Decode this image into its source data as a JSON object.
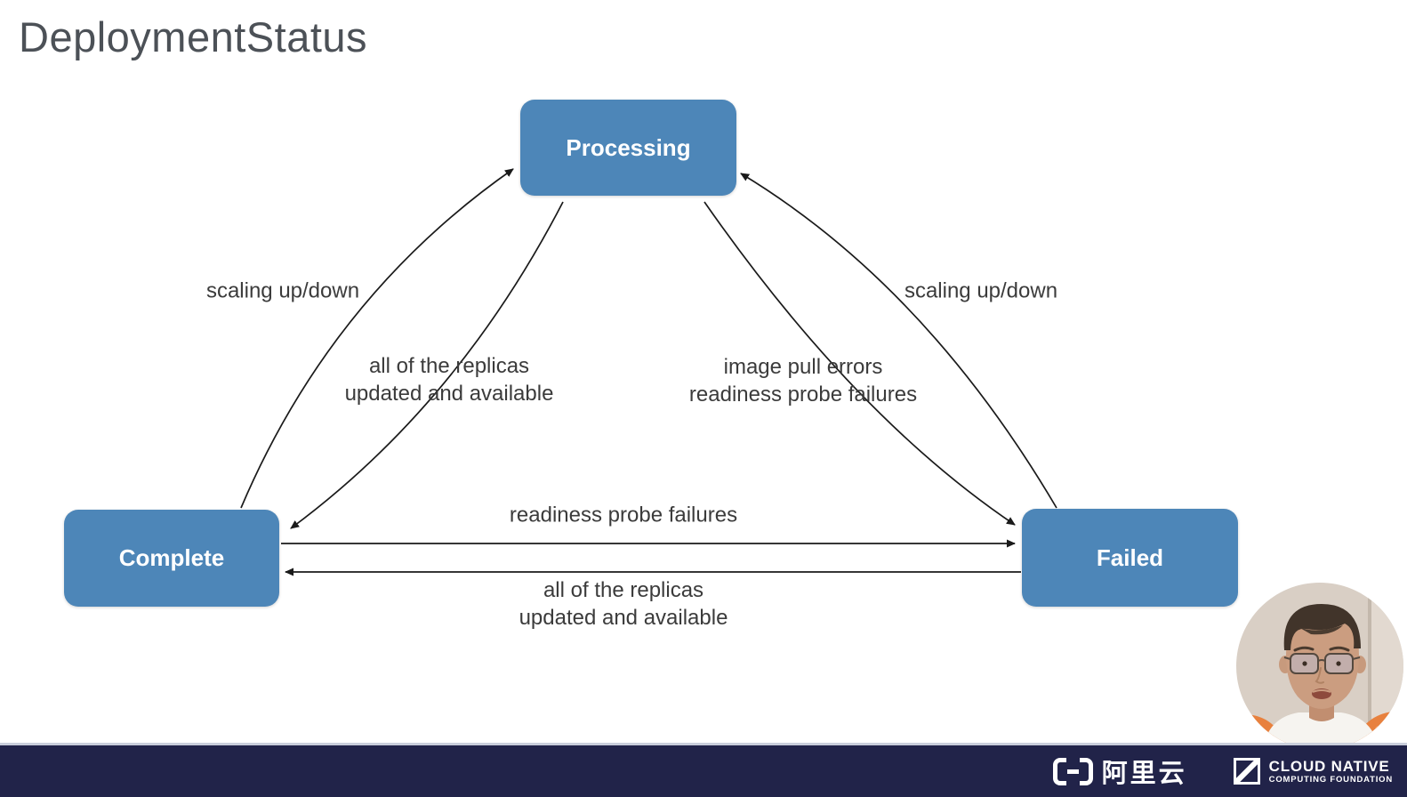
{
  "title": "DeploymentStatus",
  "diagram": {
    "nodes": [
      {
        "id": "processing",
        "label": "Processing"
      },
      {
        "id": "complete",
        "label": "Complete"
      },
      {
        "id": "failed",
        "label": "Failed"
      }
    ],
    "edges": [
      {
        "from": "Complete",
        "to": "Processing",
        "label_lines": [
          "scaling up/down"
        ]
      },
      {
        "from": "Processing",
        "to": "Complete",
        "label_lines": [
          "all of the replicas",
          "updated and available"
        ]
      },
      {
        "from": "Processing",
        "to": "Failed",
        "label_lines": [
          "image pull errors",
          "readiness probe failures"
        ]
      },
      {
        "from": "Failed",
        "to": "Processing",
        "label_lines": [
          "scaling up/down"
        ]
      },
      {
        "from": "Complete",
        "to": "Failed",
        "label_lines": [
          "readiness probe failures"
        ]
      },
      {
        "from": "Failed",
        "to": "Complete",
        "label_lines": [
          "all of the replicas",
          "updated and available"
        ]
      }
    ]
  },
  "footer": {
    "alibaba_cloud_label": "阿里云",
    "cncf_name": "CLOUD NATIVE",
    "cncf_subtitle": "COMPUTING FOUNDATION"
  },
  "webcam": {
    "description": "presenter video circle"
  },
  "colors": {
    "node_fill": "#4d86b8",
    "node_text": "#ffffff",
    "edge_line": "#1a1a1a",
    "label_text": "#3b3b3b",
    "title_text": "#4c5157",
    "footer_bg": "#212349",
    "chair_orange": "#e8813e"
  }
}
